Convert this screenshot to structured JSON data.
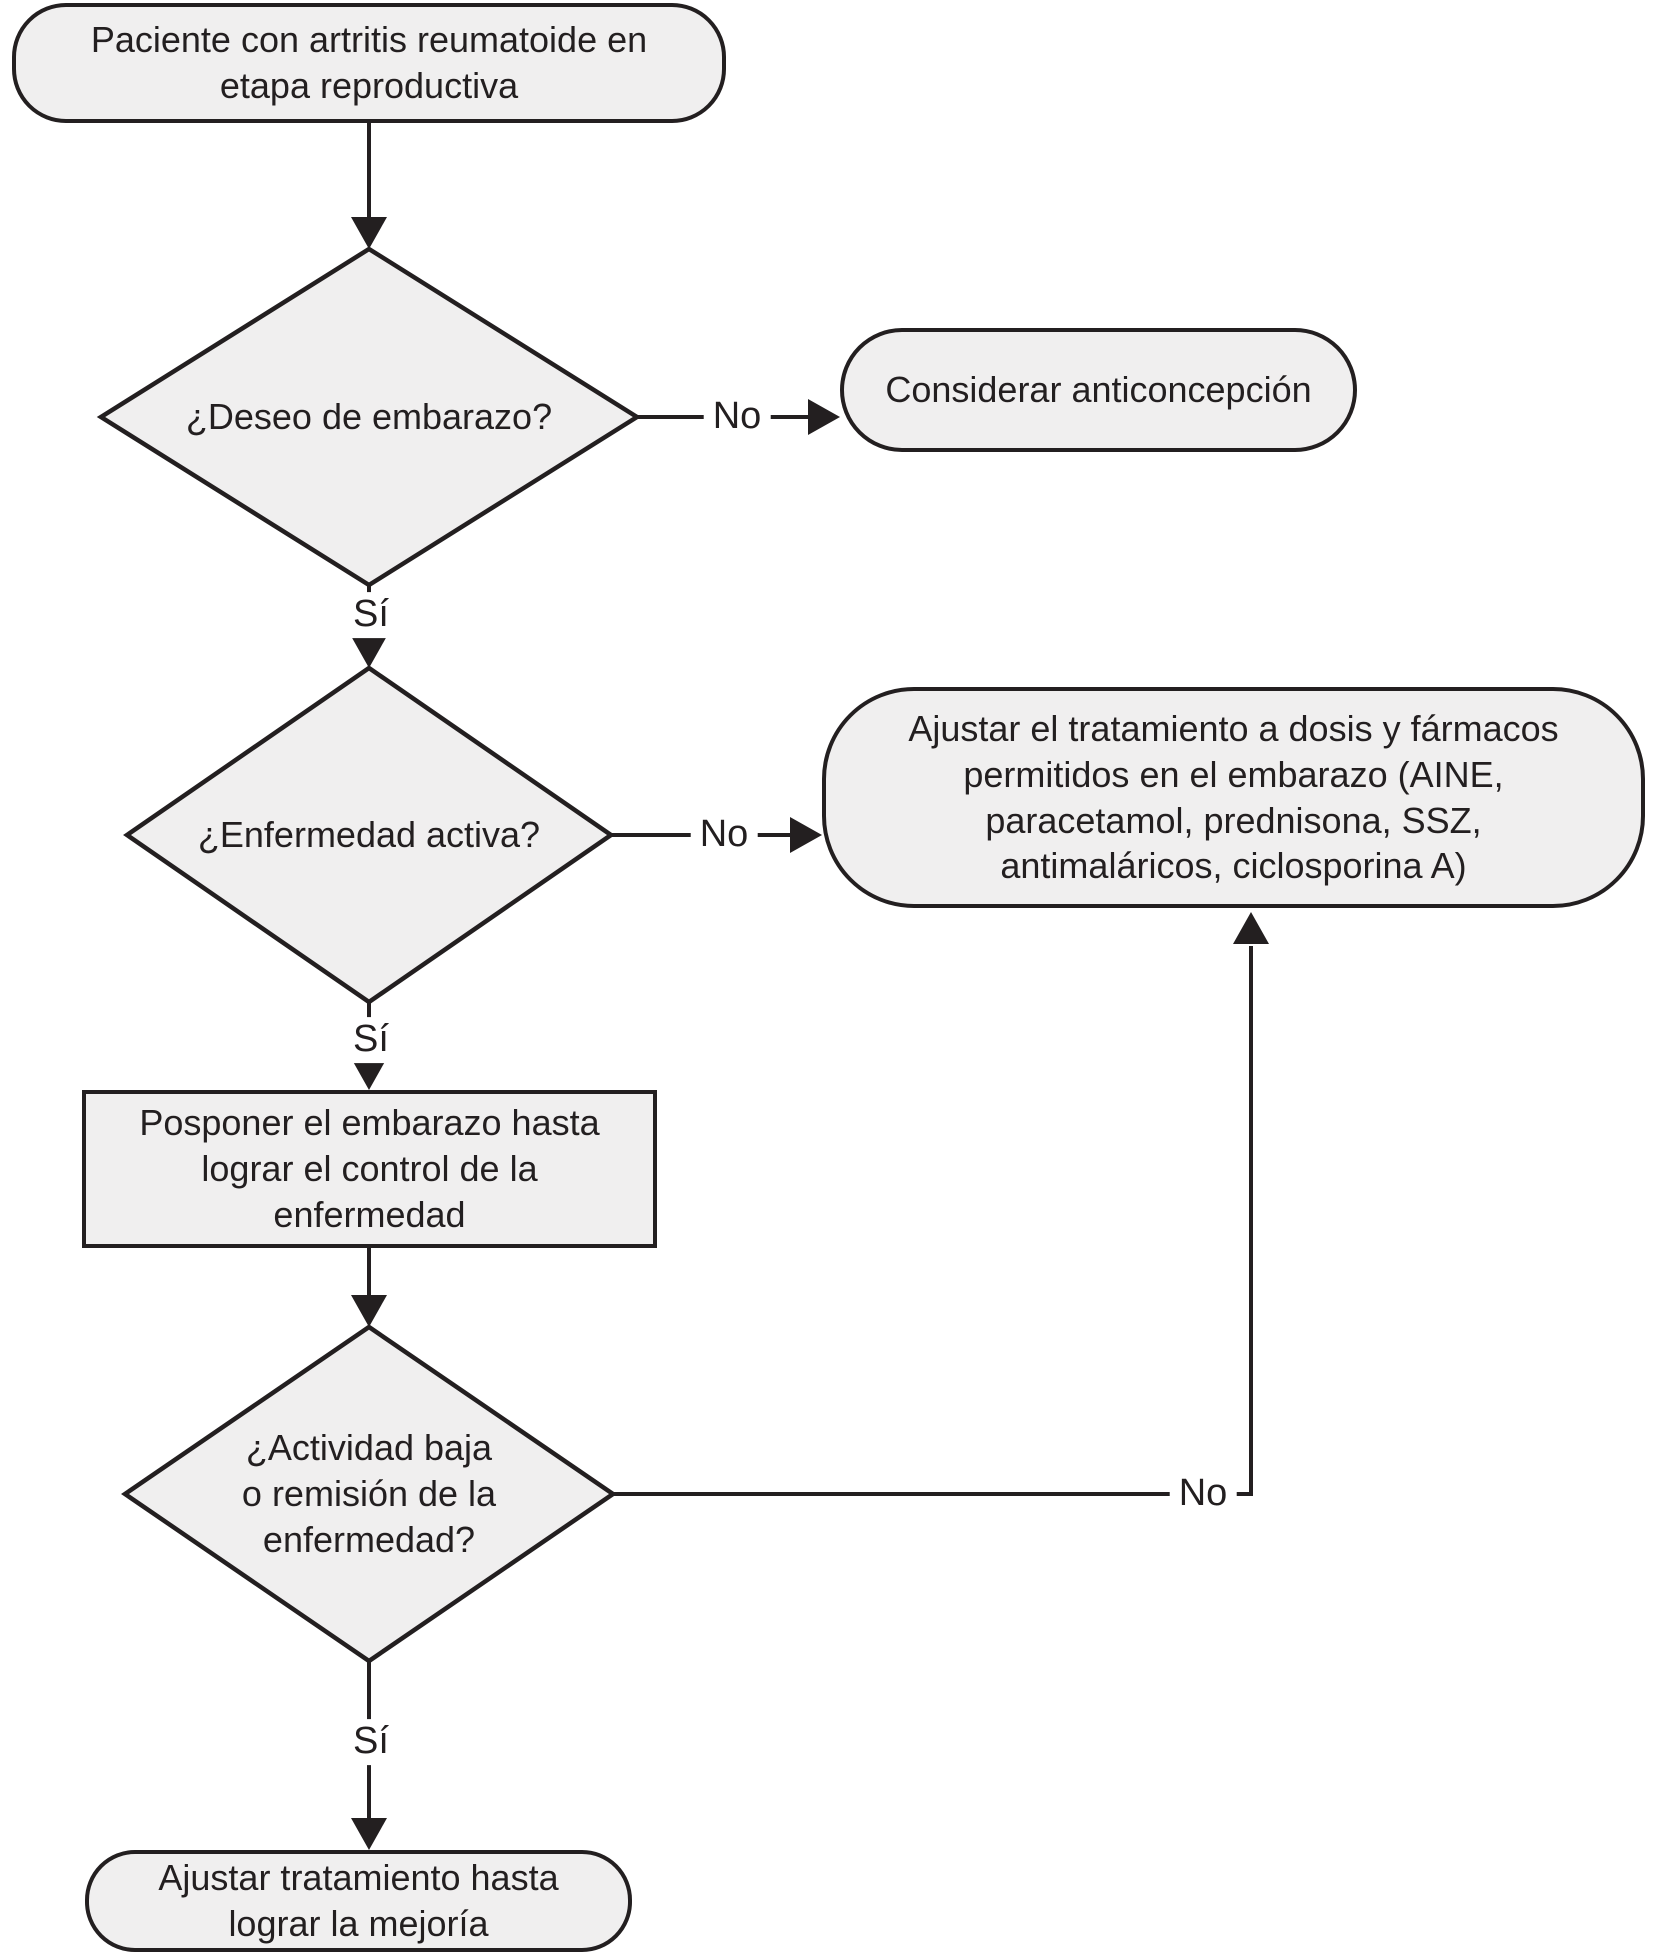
{
  "colors": {
    "background": "#ffffff",
    "node_fill": "#f0efef",
    "line": "#231f20"
  },
  "diagram": {
    "nodes": [
      {
        "id": "start",
        "shape": "rounded",
        "lines": [
          "Paciente con artritis reumatoide en",
          "etapa reproductiva"
        ]
      },
      {
        "id": "decision_pregnancy_wish",
        "shape": "diamond",
        "lines": [
          "¿Deseo de embarazo?"
        ]
      },
      {
        "id": "consider_contraception",
        "shape": "rounded",
        "lines": [
          "Considerar anticoncepción"
        ]
      },
      {
        "id": "decision_active_disease",
        "shape": "diamond",
        "lines": [
          "¿Enfermedad activa?"
        ]
      },
      {
        "id": "adjust_treatment_pregnancy",
        "shape": "rounded",
        "lines": [
          "Ajustar el tratamiento a dosis y fármacos",
          "permitidos en el embarazo (AINE,",
          "paracetamol, prednisona, SSZ,",
          "antimaláricos, ciclosporina A)"
        ]
      },
      {
        "id": "postpone_pregnancy",
        "shape": "rect",
        "lines": [
          "Posponer el embarazo hasta",
          "lograr el control de la",
          "enfermedad"
        ]
      },
      {
        "id": "decision_low_activity_remission",
        "shape": "diamond",
        "lines": [
          "¿Actividad baja",
          "o remisión de la",
          "enfermedad?"
        ]
      },
      {
        "id": "adjust_until_improvement",
        "shape": "rounded",
        "lines": [
          "Ajustar tratamiento hasta",
          "lograr la mejoría"
        ]
      }
    ],
    "edges": [
      {
        "from": "start",
        "to": "decision_pregnancy_wish",
        "label": ""
      },
      {
        "from": "decision_pregnancy_wish",
        "to": "consider_contraception",
        "label": "No"
      },
      {
        "from": "decision_pregnancy_wish",
        "to": "decision_active_disease",
        "label": "Sí"
      },
      {
        "from": "decision_active_disease",
        "to": "adjust_treatment_pregnancy",
        "label": "No"
      },
      {
        "from": "decision_active_disease",
        "to": "postpone_pregnancy",
        "label": "Sí"
      },
      {
        "from": "postpone_pregnancy",
        "to": "decision_low_activity_remission",
        "label": ""
      },
      {
        "from": "decision_low_activity_remission",
        "to": "adjust_treatment_pregnancy",
        "label": "No"
      },
      {
        "from": "decision_low_activity_remission",
        "to": "adjust_until_improvement",
        "label": "Sí"
      }
    ]
  }
}
